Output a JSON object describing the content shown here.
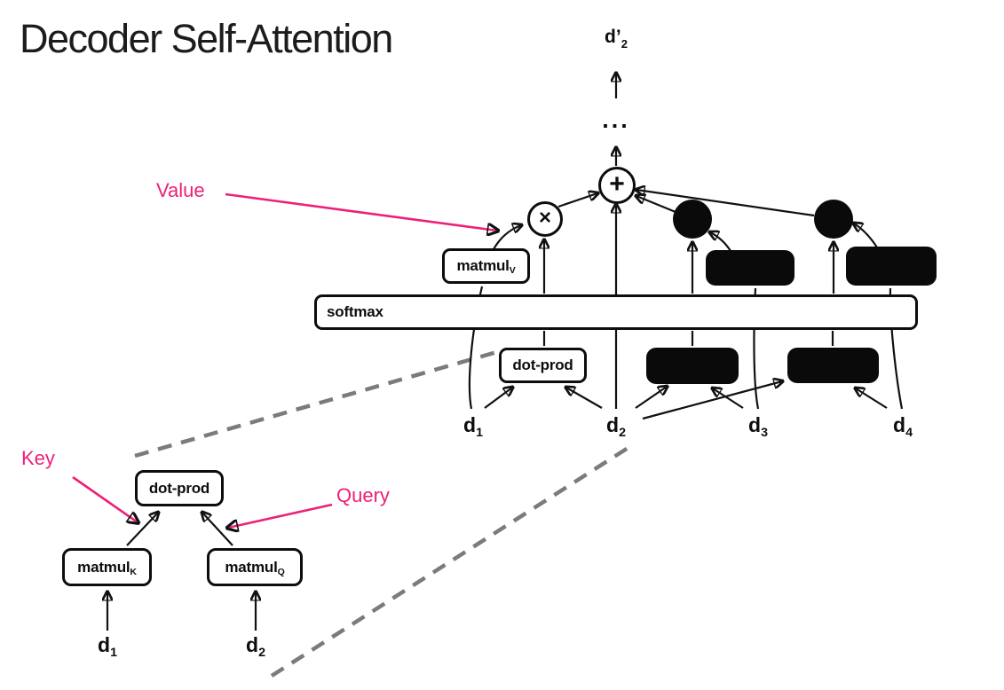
{
  "title": "Decoder Self-Attention",
  "colors": {
    "ink": "#111111",
    "accent_pink": "#ED2079",
    "dashed_gray": "#7b7b7b",
    "redacted_black": "#0a0a0a"
  },
  "annotations": {
    "value_label": "Value",
    "key_label": "Key",
    "query_label": "Query"
  },
  "main_diagram": {
    "output_label": {
      "base": "d’",
      "sub": "2"
    },
    "ellipsis": "...",
    "sum_symbol": "+",
    "product_symbol": "×",
    "matmul_v": {
      "base": "matmul",
      "sub": "V"
    },
    "softmax_label": "softmax",
    "dot_prod_label": "dot-prod",
    "inputs": [
      {
        "base": "d",
        "sub": "1"
      },
      {
        "base": "d",
        "sub": "2"
      },
      {
        "base": "d",
        "sub": "3"
      },
      {
        "base": "d",
        "sub": "4"
      }
    ]
  },
  "zoom_inset": {
    "dot_prod_label": "dot-prod",
    "matmul_k": {
      "base": "matmul",
      "sub": "K"
    },
    "matmul_q": {
      "base": "matmul",
      "sub": "Q"
    },
    "inputs": [
      {
        "base": "d",
        "sub": "1"
      },
      {
        "base": "d",
        "sub": "2"
      }
    ]
  }
}
